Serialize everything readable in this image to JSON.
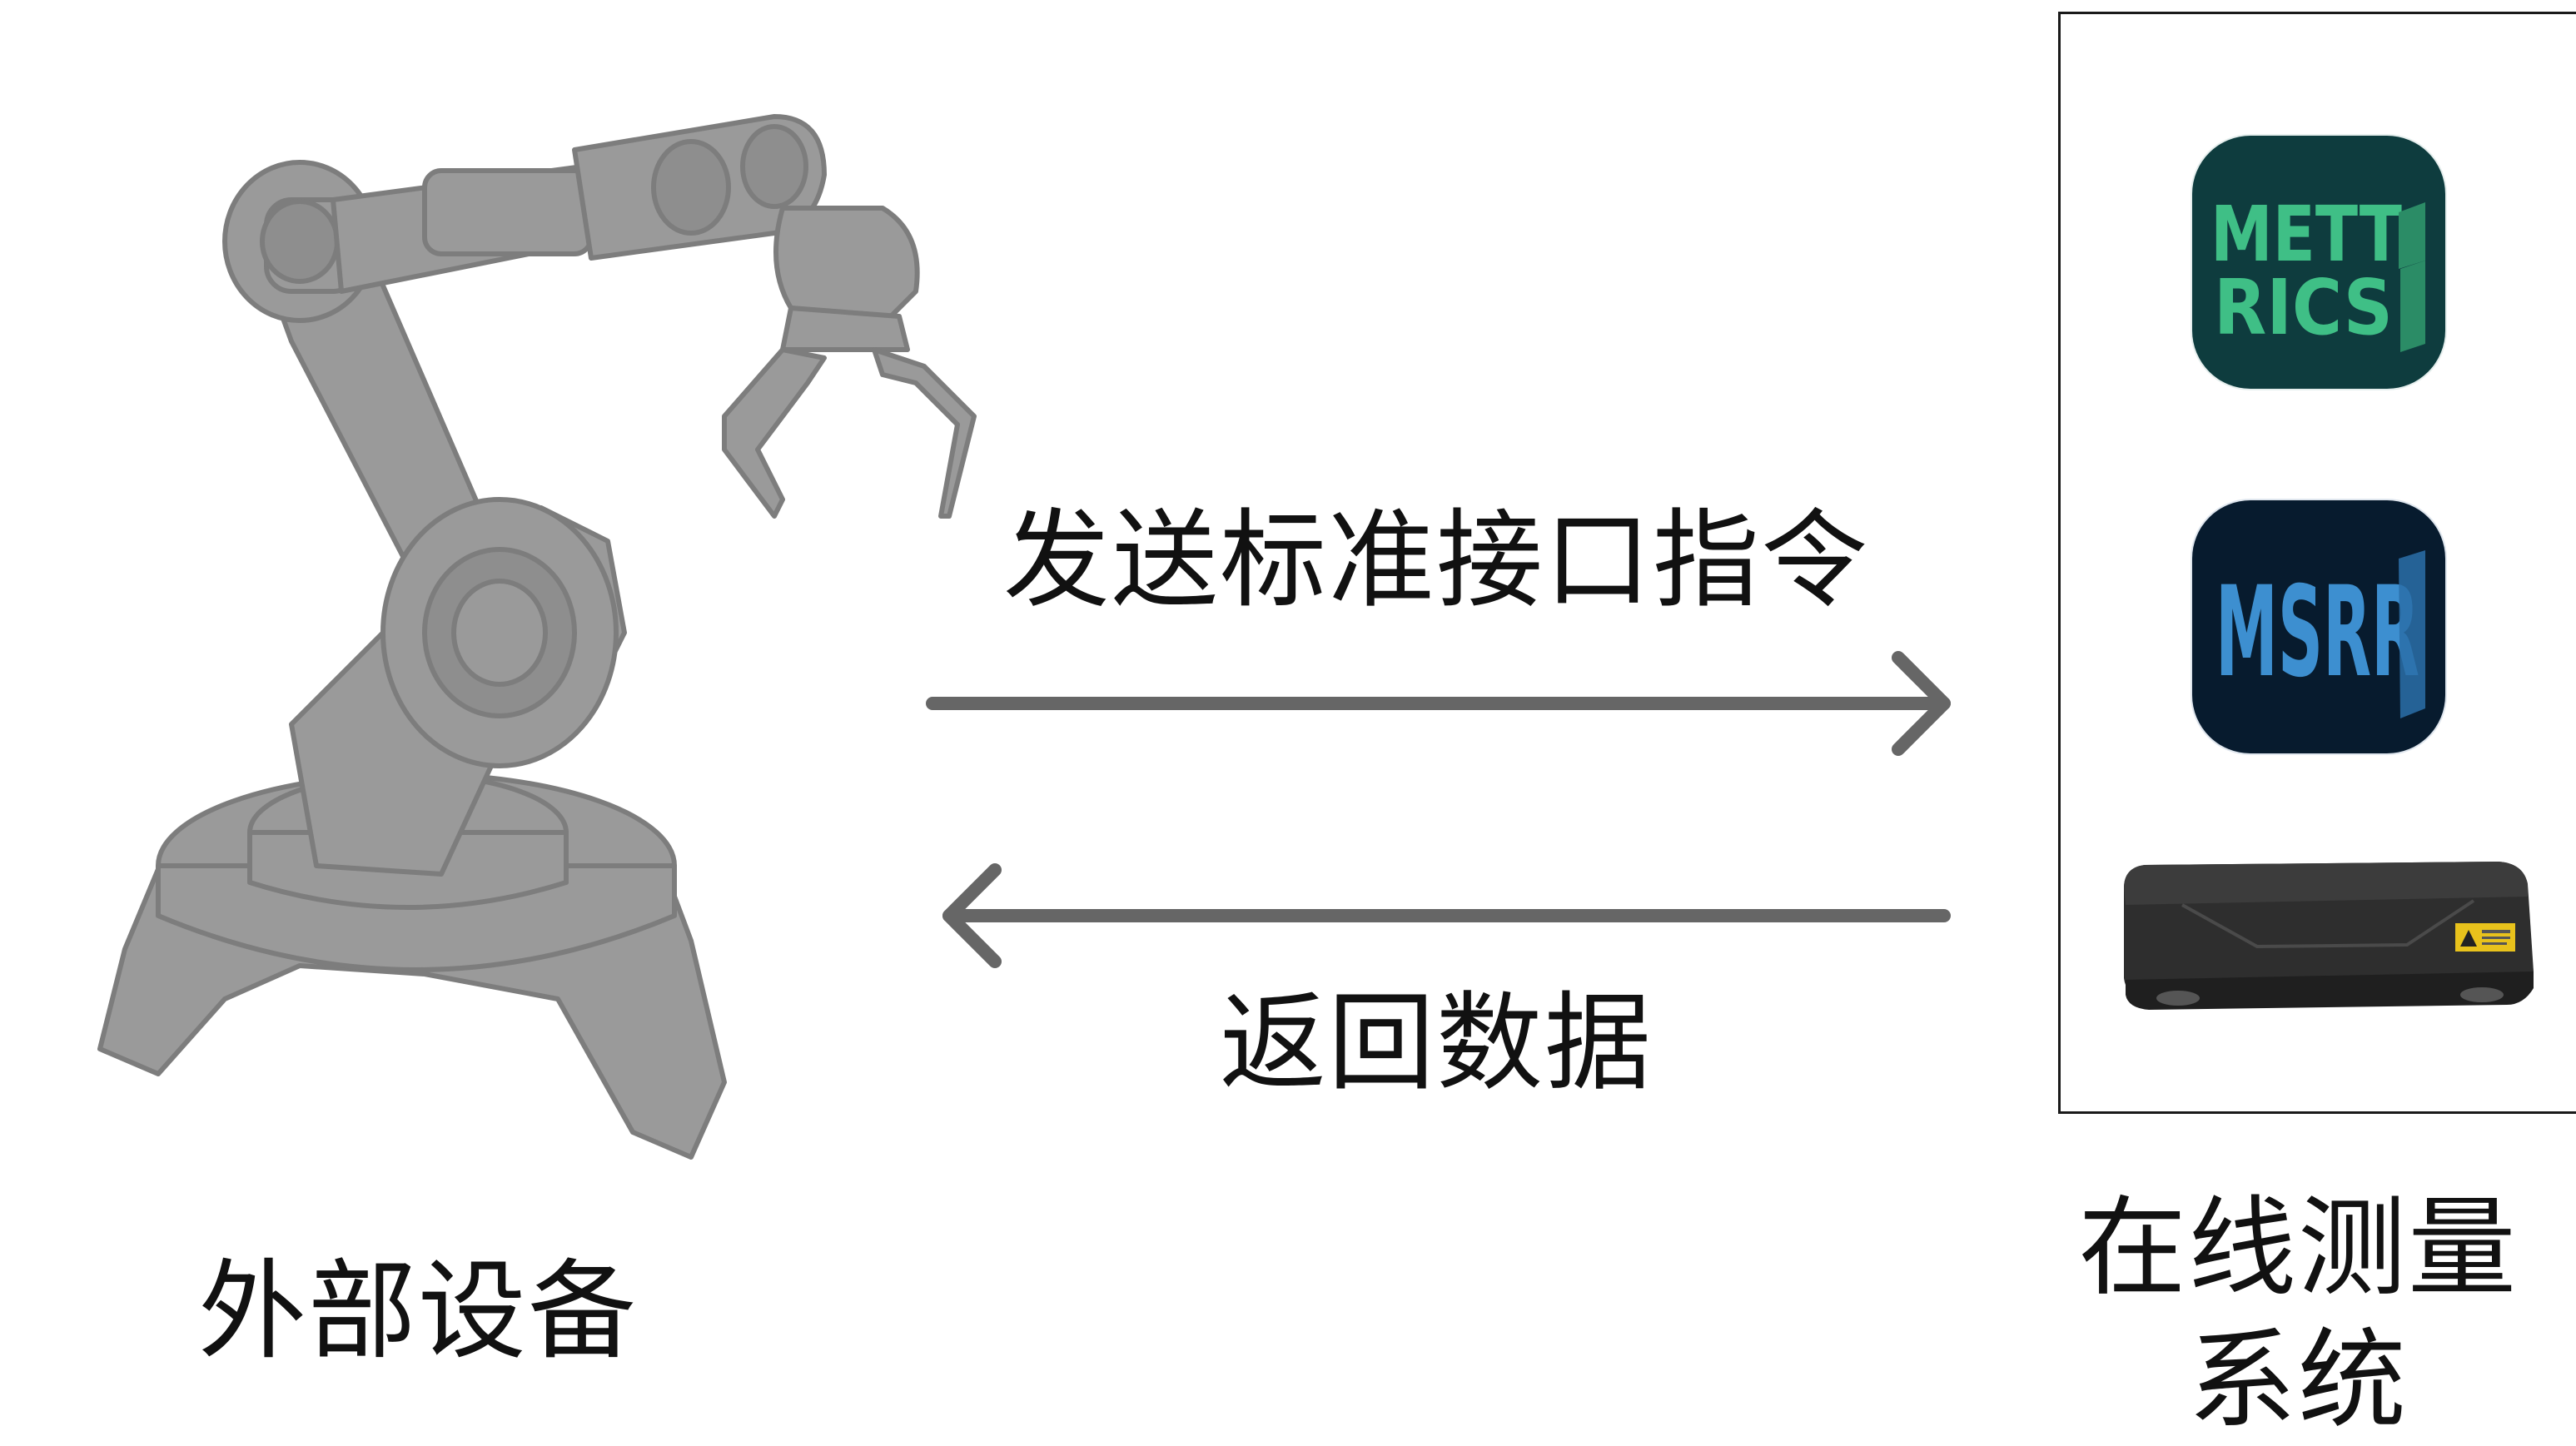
{
  "labels": {
    "send": "发送标准接口指令",
    "return": "返回数据",
    "external_device": "外部设备",
    "measurement_system": "在线测量系统"
  },
  "icons": {
    "metrics": {
      "name": "metrics-app-icon",
      "line1": "METT",
      "line2": "RICS"
    },
    "msra": {
      "name": "msra-app-icon",
      "text": "MSRR"
    }
  },
  "colors": {
    "robot_fill": "#9a9a9a",
    "robot_outline": "#7d7d7d",
    "arrow": "#666666",
    "metrics_bg": "#0e3c3e",
    "metrics_text": "#3fbf86",
    "msra_bg": "#071b2e",
    "msra_text": "#3d8fd0"
  }
}
